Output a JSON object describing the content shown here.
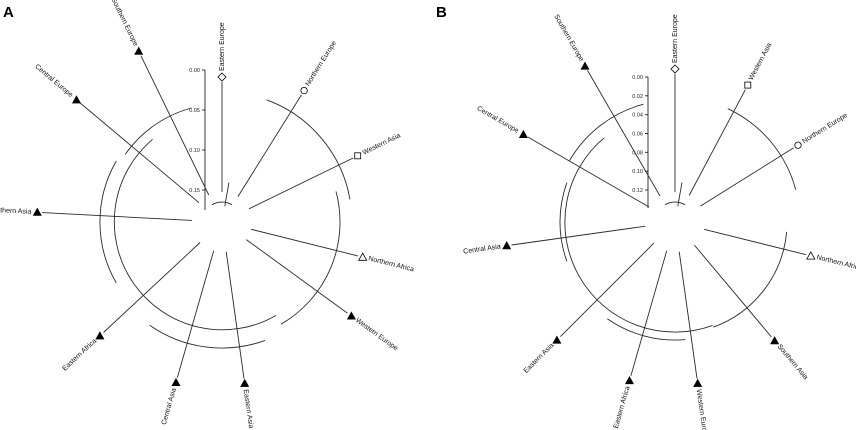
{
  "panels": [
    {
      "label": "A",
      "scale": {
        "ticks": [
          "0.00",
          "0.05",
          "0.10",
          "0.15"
        ]
      },
      "leaves": [
        {
          "name": "Eastern Europe",
          "marker": "diamond"
        },
        {
          "name": "Northern Europe",
          "marker": "circle"
        },
        {
          "name": "Western Asia",
          "marker": "square"
        },
        {
          "name": "Northern Africa",
          "marker": "triangle-open"
        },
        {
          "name": "Western Europe",
          "marker": "triangle-filled"
        },
        {
          "name": "Eastern Asia",
          "marker": "triangle-filled"
        },
        {
          "name": "Central Asia",
          "marker": "triangle-filled"
        },
        {
          "name": "Eastern Africa",
          "marker": "triangle-filled"
        },
        {
          "name": "Southern Asia",
          "marker": "triangle-filled"
        },
        {
          "name": "Central Europe",
          "marker": "triangle-filled"
        },
        {
          "name": "Southern Europe",
          "marker": "triangle-filled"
        }
      ]
    },
    {
      "label": "B",
      "scale": {
        "ticks": [
          "0.00",
          "0.02",
          "0.04",
          "0.06",
          "0.08",
          "0.10",
          "0.12"
        ]
      },
      "leaves": [
        {
          "name": "Eastern Europe",
          "marker": "diamond"
        },
        {
          "name": "Western Asia",
          "marker": "square"
        },
        {
          "name": "Northern Europe",
          "marker": "circle"
        },
        {
          "name": "Northern Africa",
          "marker": "triangle-open"
        },
        {
          "name": "Southern Asia",
          "marker": "triangle-filled"
        },
        {
          "name": "Western Europe",
          "marker": "triangle-filled"
        },
        {
          "name": "Eastern Africa",
          "marker": "triangle-filled"
        },
        {
          "name": "Eastern Asia",
          "marker": "triangle-filled"
        },
        {
          "name": "Central Asia",
          "marker": "triangle-filled"
        },
        {
          "name": "Central Europe",
          "marker": "triangle-filled"
        },
        {
          "name": "Southern Europe",
          "marker": "triangle-filled"
        }
      ]
    }
  ]
}
